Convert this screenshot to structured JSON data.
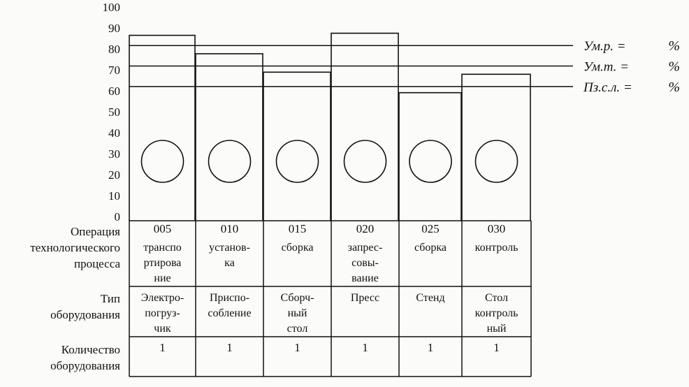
{
  "chart_data": {
    "type": "bar",
    "title": "",
    "xlabel": "",
    "ylabel": "",
    "y_ticks": [
      "100",
      "90",
      "80",
      "70",
      "60",
      "50",
      "40",
      "30",
      "20",
      "10",
      "0"
    ],
    "ylim": [
      0,
      100
    ],
    "categories": [
      "005",
      "010",
      "015",
      "020",
      "025",
      "030"
    ],
    "values": [
      85,
      76,
      67,
      86,
      57,
      66
    ],
    "reference_lines": [
      {
        "label": "Ум.р. =",
        "unit": "%",
        "value": 80
      },
      {
        "label": "Ум.т. =",
        "unit": "%",
        "value": 70
      },
      {
        "label": "Пз.с.л. =",
        "unit": "%",
        "value": 60
      }
    ],
    "circle_markers": true,
    "color": "#111111"
  },
  "table": {
    "row_labels": [
      [
        "Операция",
        "технологического",
        "процесса"
      ],
      [
        "Тип",
        "оборудования"
      ],
      [
        "Количество",
        "оборудования"
      ]
    ],
    "columns": [
      {
        "code": "005",
        "operation": [
          "трaнспо",
          "ртирова",
          "ние"
        ],
        "equipment": [
          "Электро-",
          "погруз-",
          "чик"
        ],
        "count": "1"
      },
      {
        "code": "010",
        "operation": [
          "установ-",
          "ка"
        ],
        "equipment": [
          "Приспо-",
          "собление"
        ],
        "count": "1"
      },
      {
        "code": "015",
        "operation": [
          "сборка"
        ],
        "equipment": [
          "Сборч-",
          "ный",
          "стол"
        ],
        "count": "1"
      },
      {
        "code": "020",
        "operation": [
          "запрес-",
          "совы-",
          "вание"
        ],
        "equipment": [
          "Пресс"
        ],
        "count": "1"
      },
      {
        "code": "025",
        "operation": [
          "сборка"
        ],
        "equipment": [
          "Стенд"
        ],
        "count": "1"
      },
      {
        "code": "030",
        "operation": [
          "контроль"
        ],
        "equipment": [
          "Стол",
          "контроль",
          "ный"
        ],
        "count": "1"
      }
    ]
  }
}
